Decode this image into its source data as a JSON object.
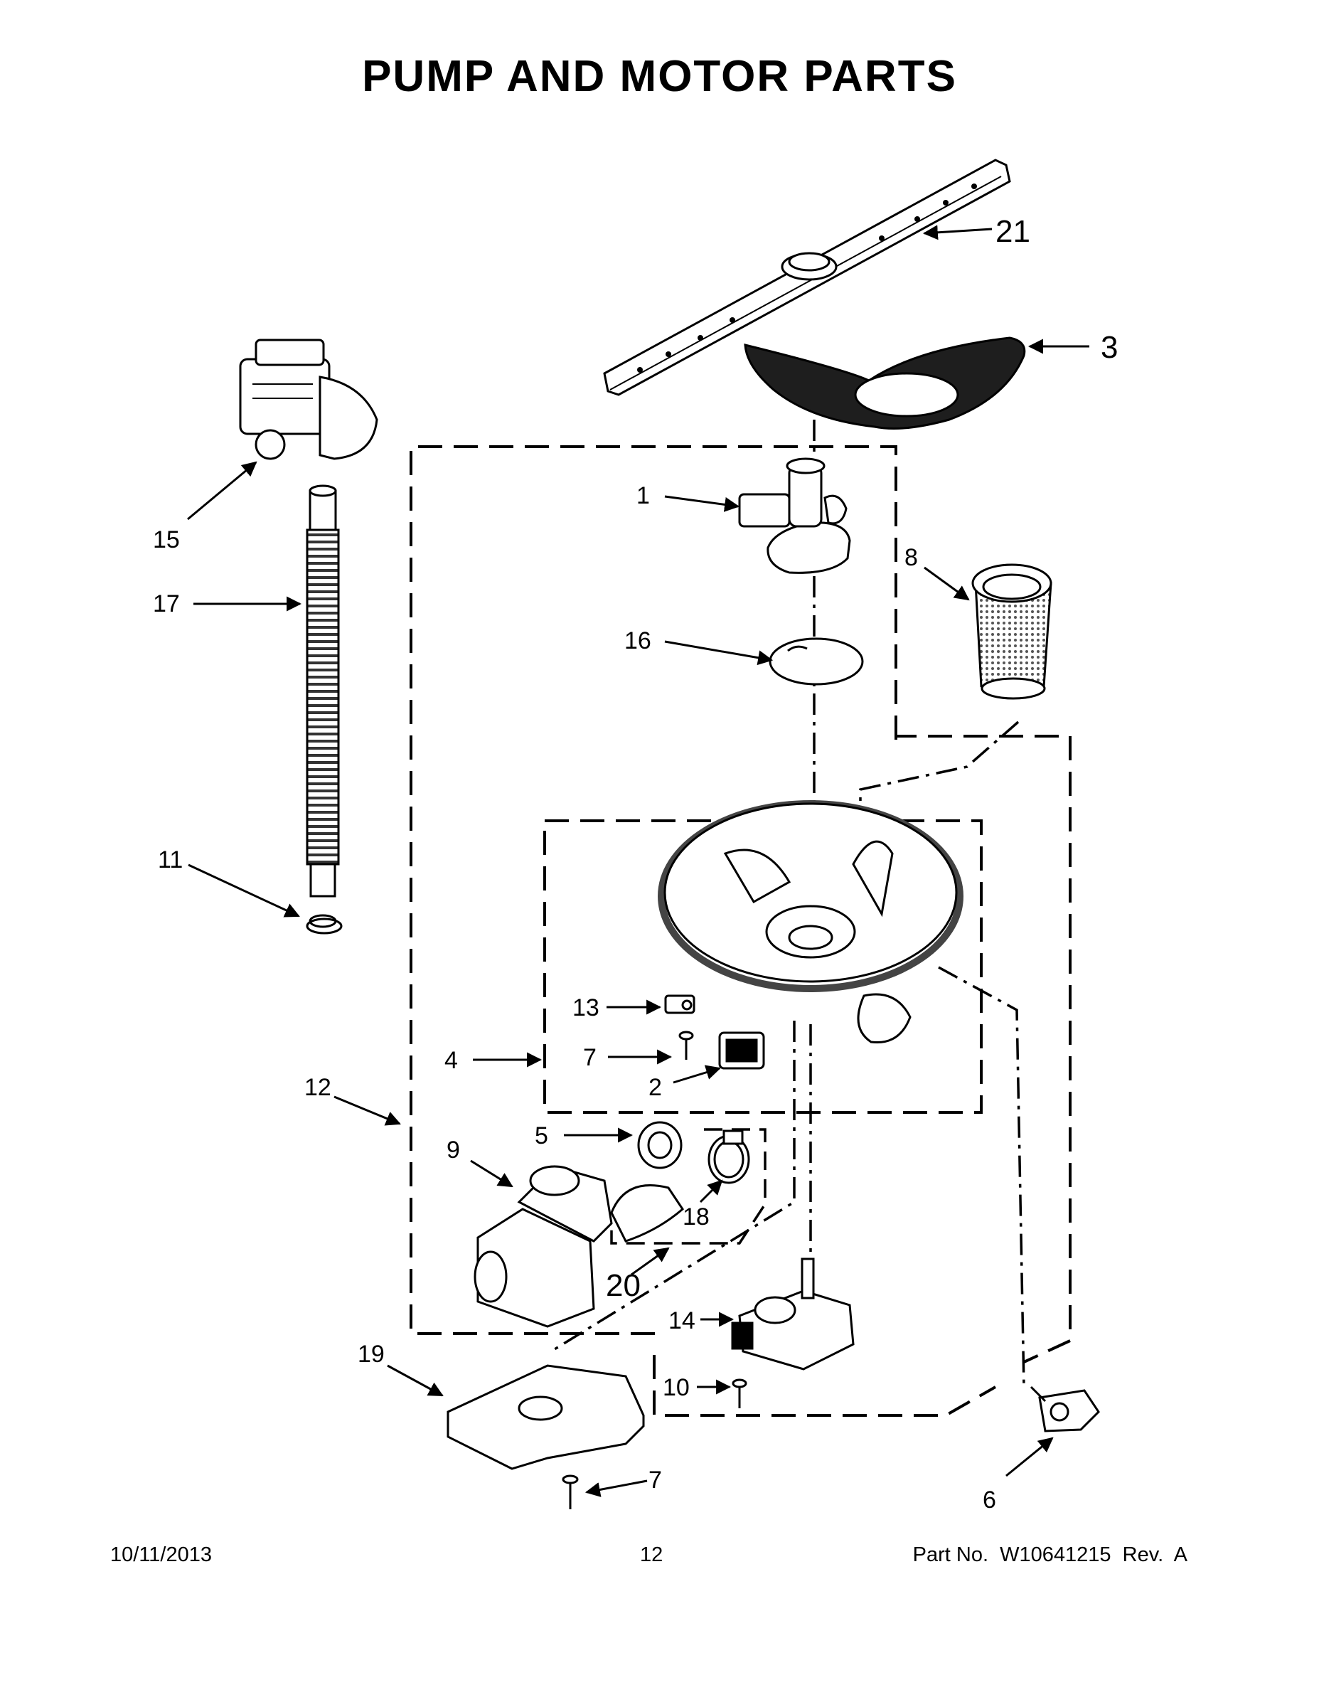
{
  "page": {
    "title": "PUMP AND MOTOR PARTS",
    "date": "10/11/2013",
    "page_number": "12",
    "part_number": "Part No.  W10641215  Rev.  A"
  },
  "callouts": {
    "c1": "1",
    "c2": "2",
    "c3": "3",
    "c4": "4",
    "c5": "5",
    "c6": "6",
    "c7a": "7",
    "c7b": "7",
    "c8": "8",
    "c9": "9",
    "c10": "10",
    "c11": "11",
    "c12": "12",
    "c13": "13",
    "c14": "14",
    "c15": "15",
    "c16": "16",
    "c17": "17",
    "c18": "18",
    "c19": "19",
    "c20": "20",
    "c21": "21"
  }
}
